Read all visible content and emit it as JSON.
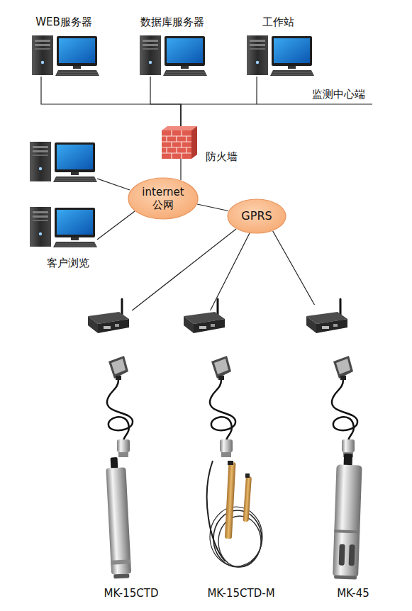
{
  "diagram": {
    "nodes": [
      {
        "text": [
          "WEB服务器"
        ]
      },
      {
        "text": [
          "数据库服务器"
        ]
      },
      {
        "text": [
          "工作站"
        ]
      },
      {
        "text": [
          "防火墙"
        ]
      },
      {
        "text": [
          "internet 公网"
        ]
      },
      {
        "text": [
          "GPRS"
        ]
      },
      {
        "text": [
          "MK-15CTD"
        ]
      },
      {
        "text": [
          "MK-15CTD-M"
        ]
      },
      {
        "text": [
          "MK-45"
        ]
      }
    ],
    "edges": [
      {
        "from": 0,
        "to": 3,
        "arrow": "none"
      },
      {
        "from": 1,
        "to": 3,
        "arrow": "none"
      },
      {
        "from": 2,
        "to": 3,
        "arrow": "none"
      },
      {
        "from": 3,
        "to": 4,
        "arrow": "none"
      },
      {
        "from": 4,
        "to": 5,
        "arrow": "none"
      },
      {
        "from": 5,
        "to": 6,
        "arrow": "none"
      },
      {
        "from": 5,
        "to": 7,
        "arrow": "none"
      },
      {
        "from": 5,
        "to": 8,
        "arrow": "none"
      }
    ],
    "labels": [
      "监测中心端",
      "客户浏览"
    ]
  }
}
